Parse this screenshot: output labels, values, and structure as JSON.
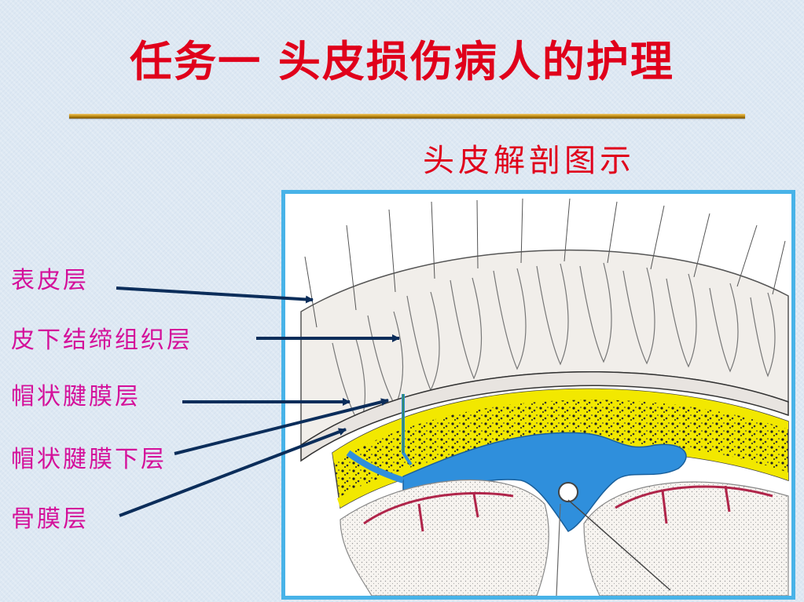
{
  "slide": {
    "title": "任务一 头皮损伤病人的护理",
    "subtitle": "头皮解剖图示"
  },
  "labels": [
    "表皮层",
    "皮下结缔组织层",
    "帽状腱膜层",
    "帽状腱膜下层",
    "骨膜层"
  ],
  "colors": {
    "title": "#e0001b",
    "label": "#d4109a",
    "frame": "#48b3e8",
    "arrow": "#0b2d5a",
    "bone": "#f2e800",
    "vessel": "#2f8fdc"
  }
}
